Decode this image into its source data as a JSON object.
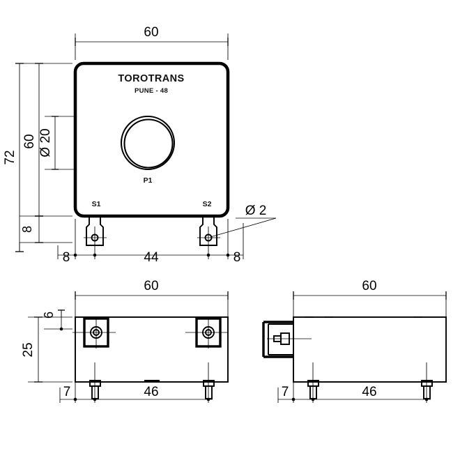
{
  "drawing": {
    "title": "TOROTRANS current transformer dimensional drawing",
    "background_color": "#ffffff",
    "line_color": "#000000",
    "units": "mm"
  },
  "front_view": {
    "name": "front-view",
    "brand": "TOROTRANS",
    "brand_sub": "PUNE - 48",
    "primary_label": "P1",
    "secondary_label_left": "S1",
    "secondary_label_right": "S2",
    "dim_top_width": "60",
    "dim_left_overall": "72",
    "dim_left_body": "60",
    "dim_bore": "Ø 20",
    "dim_left_pin": "8",
    "dim_bottom_left": "8",
    "dim_bottom_center": "44",
    "dim_bottom_right": "8",
    "dim_pin_hole": "Ø 2"
  },
  "bottom_view": {
    "name": "bottom-view",
    "dim_top_width": "60",
    "dim_top_offset": "6",
    "dim_left_height": "25",
    "dim_bottom_left": "7",
    "dim_bottom_center": "46"
  },
  "side_view": {
    "name": "side-view",
    "dim_top_width": "60",
    "dim_bottom_left": "7",
    "dim_bottom_center": "46"
  }
}
